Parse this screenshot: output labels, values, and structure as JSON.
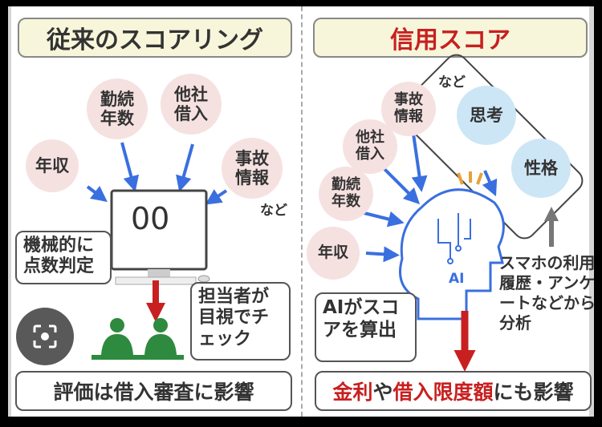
{
  "left": {
    "title": "従来のスコアリング",
    "inputs": [
      "年収",
      "勤続年数",
      "他社借入",
      "事故情報"
    ],
    "etc": "など",
    "screen": "00",
    "callout_machine": "機械的に点数判定",
    "callout_staff": "担当者が目視でチェック",
    "result": "評価は借入審査に影響"
  },
  "right": {
    "title": "信用スコア",
    "inputs": [
      "事故情報",
      "他社借入",
      "勤続年数",
      "年収"
    ],
    "etc": "など",
    "traits": [
      "思考",
      "性格"
    ],
    "ai_label": "AI",
    "source_note": "スマホの利用履歴・アンケートなどから分析",
    "callout_ai": "AIがスコアを算出",
    "result_parts": [
      "金利",
      "や",
      "借入限度額",
      "にも影響"
    ]
  },
  "colors": {
    "accent_red": "#c82020",
    "arrow_blue": "#3a6fe0",
    "staff_green": "#2e8a3e",
    "pink": "#f6e1e1",
    "light_blue": "#cde6f6"
  },
  "overlay": {
    "icon": "lens-icon"
  }
}
